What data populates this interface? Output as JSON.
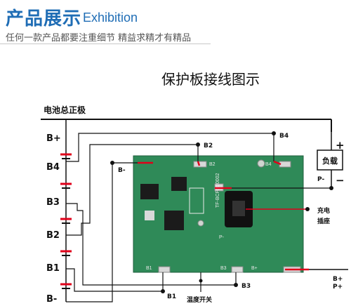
{
  "header": {
    "title": "产品展示",
    "title_en": "Exhibition",
    "subtitle": "任何一款产品都要注重细节 精益求精才有精品"
  },
  "diagram": {
    "title": "保护板接线图示",
    "pack_positive_label": "电池总正极",
    "cells": [
      "B+",
      "B4",
      "B3",
      "B2",
      "B1",
      "B-"
    ],
    "board_labels": {
      "b2": "B2",
      "b4": "B4",
      "b_minus": "B-",
      "b1": "B1",
      "b3": "B3",
      "temp_switch": "温度开关",
      "charge_port": "充电\n插座",
      "load": "负载",
      "p_minus": "P-",
      "plus": "+",
      "minus": "−",
      "out_b_plus": "B+",
      "out_p_plus": "P+"
    },
    "pcb_silk": {
      "b2": "B2",
      "b4": "B4",
      "b1": "B1",
      "b3": "B3",
      "b_plus": "B+",
      "p_minus": "P-",
      "model": "TF-BCF1C0002"
    },
    "colors": {
      "pcb_green": "#2f8a58",
      "wire_red": "#e0001a",
      "wire": "#111111",
      "header_blue": "#1f6db5"
    }
  }
}
